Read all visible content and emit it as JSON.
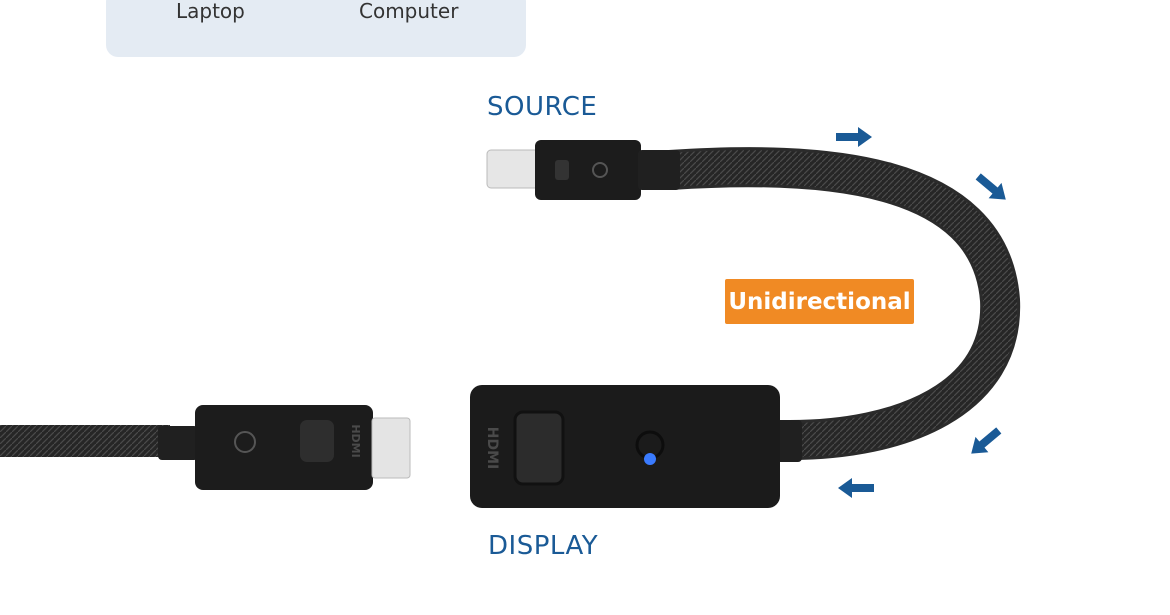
{
  "top_panel": {
    "labels": [
      "Laptop",
      "Computer"
    ]
  },
  "labels": {
    "source": "SOURCE",
    "display": "DISPLAY",
    "badge": "Unidirectional"
  },
  "connector_marking": "HDMI",
  "colors": {
    "accent_blue": "#1a5a96",
    "badge_orange": "#f08a24",
    "panel_bg": "#e4ebf3",
    "led": "#3a7bff"
  }
}
